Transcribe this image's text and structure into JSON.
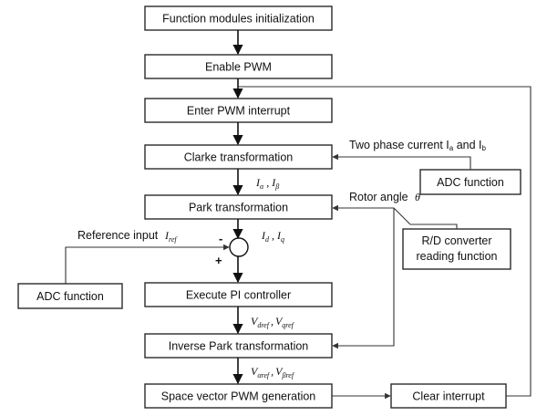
{
  "boxes": {
    "init": "Function modules initialization",
    "enable_pwm": "Enable PWM",
    "enter_interrupt": "Enter PWM interrupt",
    "clarke": "Clarke transformation",
    "park": "Park transformation",
    "pi": "Execute PI controller",
    "inv_park": "Inverse Park transformation",
    "svpwm": "Space vector PWM generation",
    "clear_interrupt": "Clear interrupt",
    "adc_right": "ADC function",
    "adc_left": "ADC function",
    "rd_line1": "R/D converter",
    "rd_line2": "reading function"
  },
  "labels": {
    "two_phase_prefix": "Two phase current I",
    "two_phase_a": "a",
    "two_phase_and": " and I",
    "two_phase_b": "b",
    "rotor_angle": "Rotor angle",
    "theta": "θ",
    "reference_input": "Reference input",
    "i_ref_main": "I",
    "i_ref_sub": "ref",
    "i_alpha_main": "I",
    "i_alpha_sub": "α",
    "i_beta_main": "I",
    "i_beta_sub": "β",
    "i_d_main": "I",
    "i_d_sub": "d",
    "i_q_main": "I",
    "i_q_sub": "q",
    "v_dref_main": "V",
    "v_dref_sub": "dref",
    "v_qref_main": "V",
    "v_qref_sub": "qref",
    "v_aref_main": "V",
    "v_aref_sub": "αref",
    "v_bref_main": "V",
    "v_bref_sub": "βref",
    "comma": ",",
    "minus": "-",
    "plus": "+"
  }
}
